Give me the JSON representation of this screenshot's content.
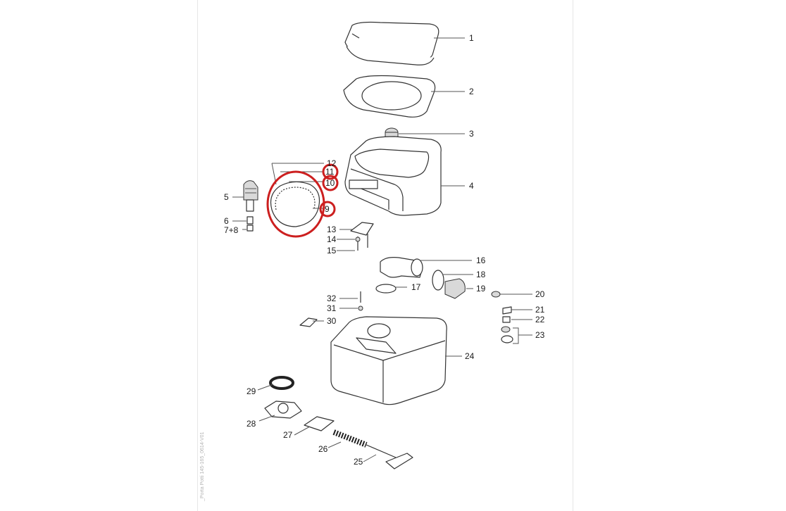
{
  "watermark": "_Porta Potti 145-165_0614-V01",
  "highlight_color": "#cc1f1f",
  "labels": {
    "p1": "1",
    "p2": "2",
    "p3": "3",
    "p4": "4",
    "p5": "5",
    "p6": "6",
    "p7_8": "7+8",
    "p9": "9",
    "p10": "10",
    "p11": "11",
    "p12": "12",
    "p13": "13",
    "p14": "14",
    "p15": "15",
    "p16": "16",
    "p17": "17",
    "p18": "18",
    "p19": "19",
    "p20": "20",
    "p21": "21",
    "p22": "22",
    "p23": "23",
    "p24": "24",
    "p25": "25",
    "p26": "26",
    "p27": "27",
    "p28": "28",
    "p29": "29",
    "p30": "30",
    "p31": "31",
    "p32": "32"
  },
  "highlighted_parts": [
    "9",
    "10",
    "11"
  ]
}
